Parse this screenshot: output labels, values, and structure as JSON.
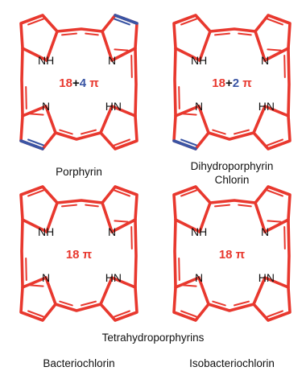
{
  "colors": {
    "conjugated_path": "#e8382e",
    "extra_pi_bonds": "#3a55a4",
    "skeleton": "#1a1a1a",
    "label_text": "#111111",
    "plus_sign": "#111111"
  },
  "atom_labels": {
    "nh": "NH",
    "n": "N",
    "hn": "HN"
  },
  "molecules": [
    {
      "name": "Porphyrin",
      "pi_main": "18",
      "pi_plus": "+",
      "pi_extra": "4",
      "pi_symbol": "π",
      "saturated_rings": []
    },
    {
      "name": "Dihydroporphyrin",
      "subname": "Chlorin",
      "pi_main": "18",
      "pi_plus": "+",
      "pi_extra": "2",
      "pi_symbol": "π",
      "saturated_rings": [
        "top-right"
      ]
    },
    {
      "name": "Bacteriochlorin",
      "pi_main": "18",
      "pi_symbol": "π",
      "saturated_rings": [
        "top-right",
        "bottom-left"
      ]
    },
    {
      "name": "Isobacteriochlorin",
      "pi_main": "18",
      "pi_symbol": "π",
      "saturated_rings": [
        "top-right",
        "bottom-right"
      ]
    }
  ],
  "group_label": "Tetrahydroporphyrins"
}
